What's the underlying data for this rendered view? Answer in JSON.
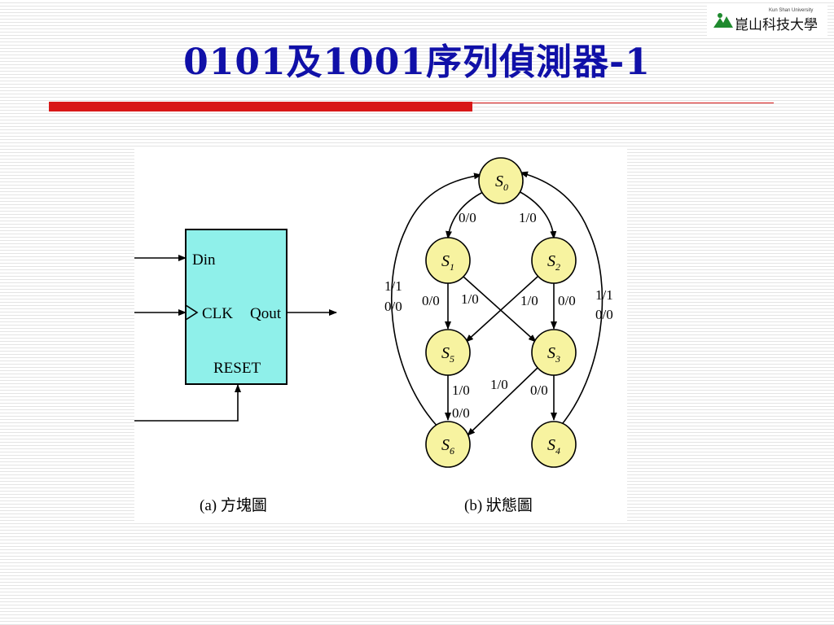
{
  "slide": {
    "title": "0101及1001序列偵測器-1",
    "logo": {
      "english": "Kun Shan University",
      "chinese": "崑山科技大學"
    }
  },
  "colors": {
    "title": "#1010a8",
    "accent_bar": "#d81818",
    "block_fill": "#8ff0ea",
    "state_fill": "#f7f3a0"
  },
  "block_diagram": {
    "caption": "(a) 方塊圖",
    "ports": {
      "din": "Din",
      "clk": "CLK",
      "qout": "Qout",
      "reset": "RESET"
    }
  },
  "state_diagram": {
    "caption": "(b) 狀態圖",
    "states": [
      {
        "id": "s0",
        "name": "S",
        "sub": "0"
      },
      {
        "id": "s1",
        "name": "S",
        "sub": "1"
      },
      {
        "id": "s2",
        "name": "S",
        "sub": "2"
      },
      {
        "id": "s5",
        "name": "S",
        "sub": "5"
      },
      {
        "id": "s3",
        "name": "S",
        "sub": "3"
      },
      {
        "id": "s6",
        "name": "S",
        "sub": "6"
      },
      {
        "id": "s4",
        "name": "S",
        "sub": "4"
      }
    ],
    "transitions": [
      {
        "from": "s0",
        "to": "s1",
        "label": "0/0"
      },
      {
        "from": "s0",
        "to": "s2",
        "label": "1/0"
      },
      {
        "from": "s1",
        "to": "s5",
        "label": "0/0"
      },
      {
        "from": "s1",
        "to": "s3",
        "label": "1/0"
      },
      {
        "from": "s2",
        "to": "s5",
        "label": "1/0"
      },
      {
        "from": "s2",
        "to": "s3",
        "label": "0/0"
      },
      {
        "from": "s5",
        "to": "s6",
        "label": "1/0"
      },
      {
        "from": "s5",
        "to": "s6",
        "label": "0/0"
      },
      {
        "from": "s3",
        "to": "s6",
        "label": "1/0"
      },
      {
        "from": "s3",
        "to": "s4",
        "label": "0/0"
      },
      {
        "from": "s6",
        "to": "s0",
        "label": "1/1"
      },
      {
        "from": "s6",
        "to": "s0",
        "label": "0/0"
      },
      {
        "from": "s4",
        "to": "s0",
        "label": "1/1"
      },
      {
        "from": "s4",
        "to": "s0",
        "label": "0/0"
      }
    ]
  }
}
